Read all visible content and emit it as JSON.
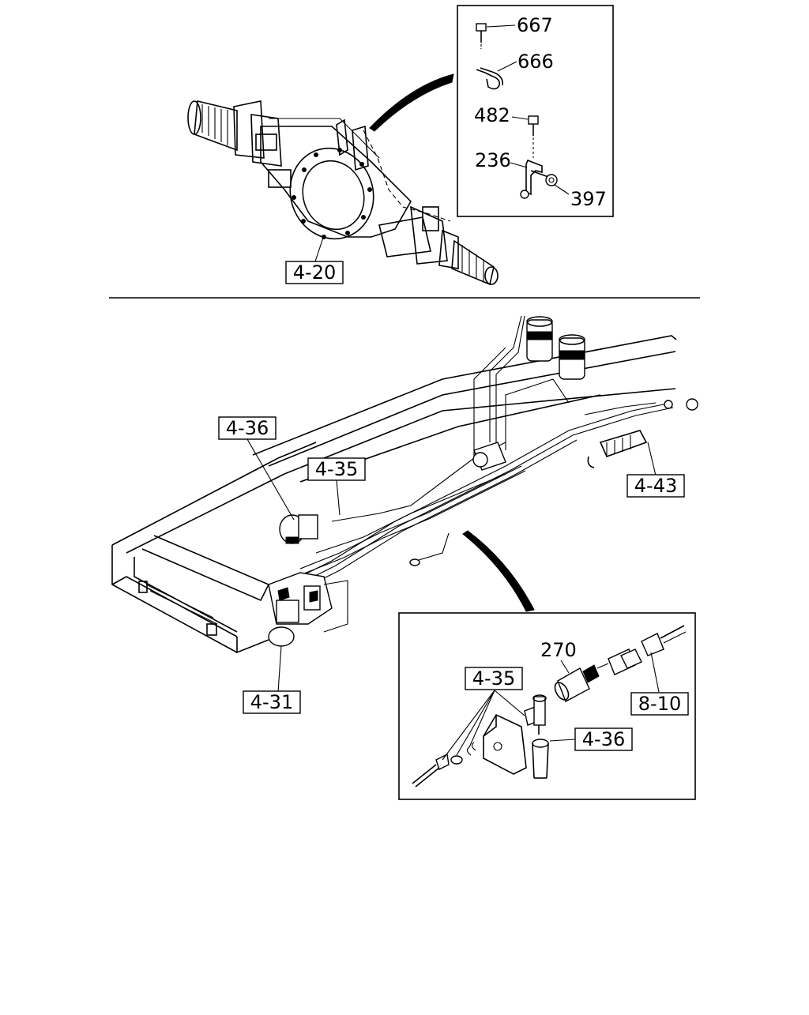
{
  "labels": {
    "axle_detail": {
      "p667": "667",
      "p666": "666",
      "p482": "482",
      "p236": "236",
      "p397": "397"
    },
    "axle": "4-20",
    "frame": {
      "ref_4_36": "4-36",
      "ref_4_35": "4-35",
      "ref_4_43": "4-43",
      "ref_4_31": "4-31"
    },
    "switch_detail": {
      "p270": "270",
      "ref_4_35": "4-35",
      "ref_8_10": "8-10",
      "ref_4_36": "4-36"
    }
  }
}
